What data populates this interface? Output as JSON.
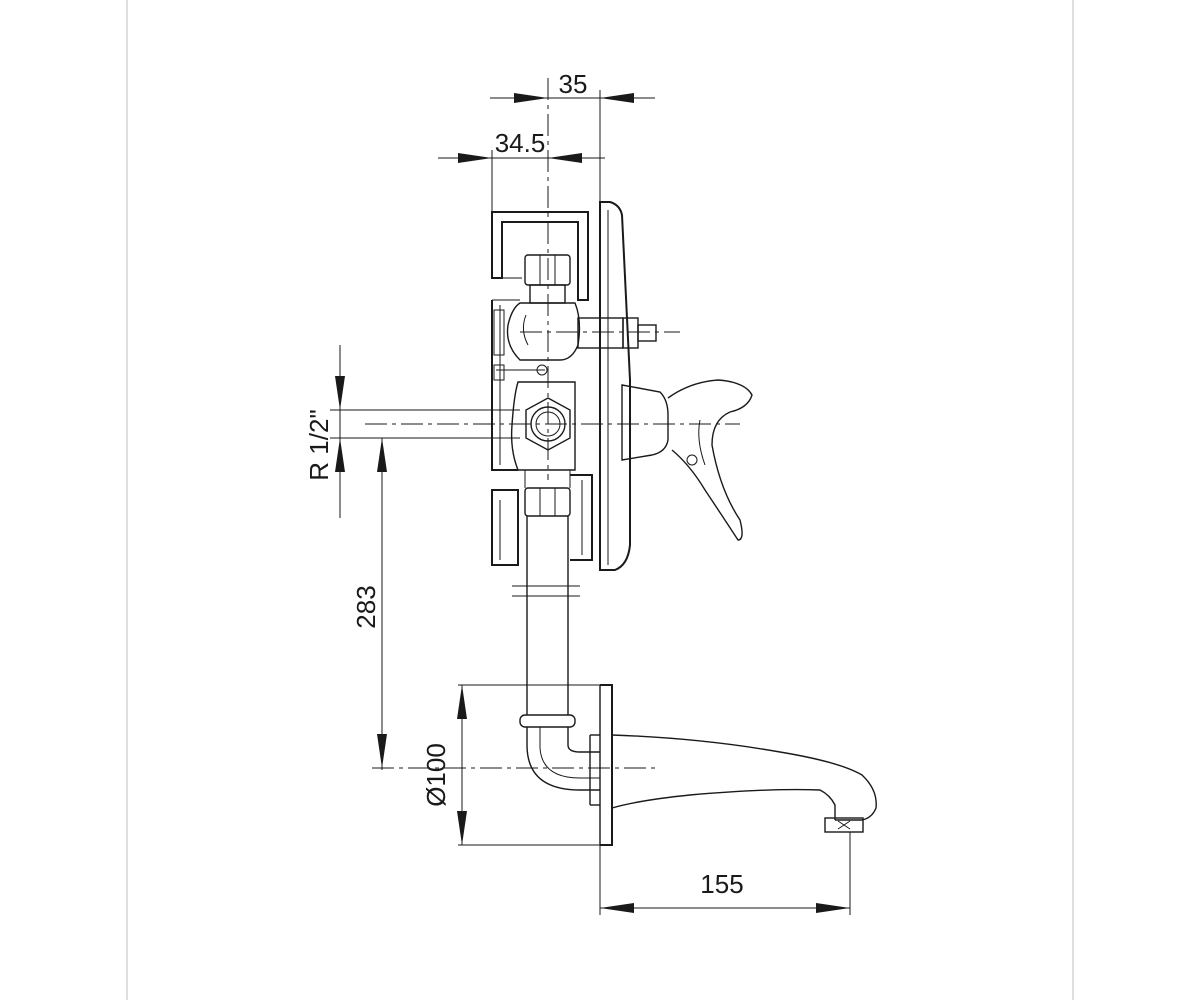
{
  "drawing": {
    "dimensions": {
      "top_width": "35",
      "body_depth": "34.5",
      "inlet_thread": "R 1/2\"",
      "spout_height": "283",
      "flange_diameter": "Ø100",
      "spout_projection": "155"
    }
  }
}
